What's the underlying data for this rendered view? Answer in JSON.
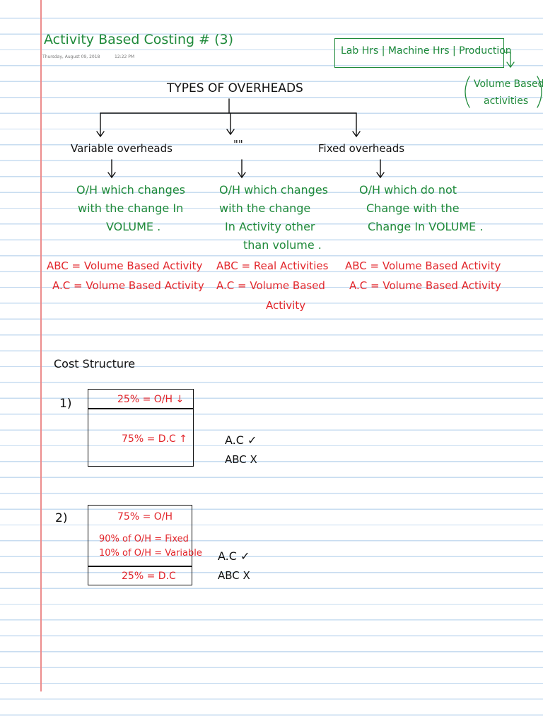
{
  "page": {
    "title": "Activity Based Costing # (3)",
    "date": "Thursday, August 09, 2018",
    "time": "12:22 PM"
  },
  "top_right": {
    "box_text": "Lab Hrs | Machine Hrs | Production",
    "volume_based": "Volume Based",
    "activities": "activities"
  },
  "types": {
    "heading": "TYPES OF OVERHEADS",
    "columns": [
      {
        "name": "Variable overheads",
        "desc": [
          "O/H which changes",
          "with the change In",
          "VOLUME ."
        ],
        "abc": "ABC = Volume Based Activity",
        "ac": "A.C = Volume Based Activity"
      },
      {
        "name": "\"\"",
        "desc": [
          "O/H which changes",
          "with the change",
          "In Activity other",
          "than volume ."
        ],
        "abc": "ABC = Real Activities",
        "ac": "A.C = Volume Based",
        "ac_cont": "Activity"
      },
      {
        "name": "Fixed overheads",
        "desc": [
          "O/H which do not",
          "Change with the",
          "Change In VOLUME ."
        ],
        "abc": "ABC = Volume Based Activity",
        "ac": "A.C = Volume Based Activity"
      }
    ]
  },
  "cost_structure": {
    "heading": "Cost Structure",
    "case1": {
      "label": "1)",
      "top": "25% = O/H ↓",
      "bottom": "75% = D.C ↑",
      "ac": "A.C ✓",
      "abc": "ABC X"
    },
    "case2": {
      "label": "2)",
      "line1": "75% = O/H",
      "line2": "90% of O/H = Fixed",
      "line3": "10% of O/H = Variable",
      "line4": "25% = D.C",
      "ac": "A.C ✓",
      "abc": "ABC X"
    }
  }
}
